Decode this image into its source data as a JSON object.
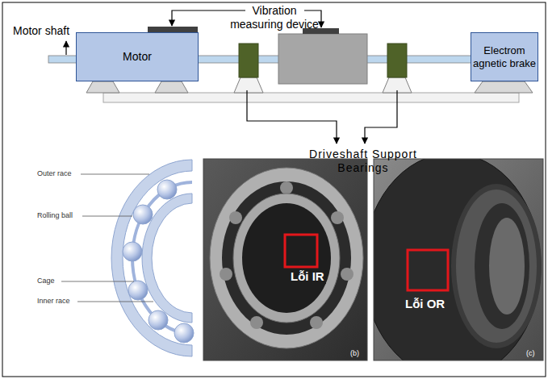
{
  "diagram": {
    "nodes": [
      {
        "text": [
          "Motor"
        ]
      },
      {
        "text": [
          "Electrom agnetic brake"
        ]
      }
    ],
    "labels": [
      "Motor shaft",
      "Vibration measuring device",
      "Driveshaft Support Bearings",
      "Outer race",
      "Rolling ball",
      "Cage",
      "Inner race",
      "Lỗi IR",
      "(b)",
      "Lỗi OR",
      "(c)"
    ]
  }
}
